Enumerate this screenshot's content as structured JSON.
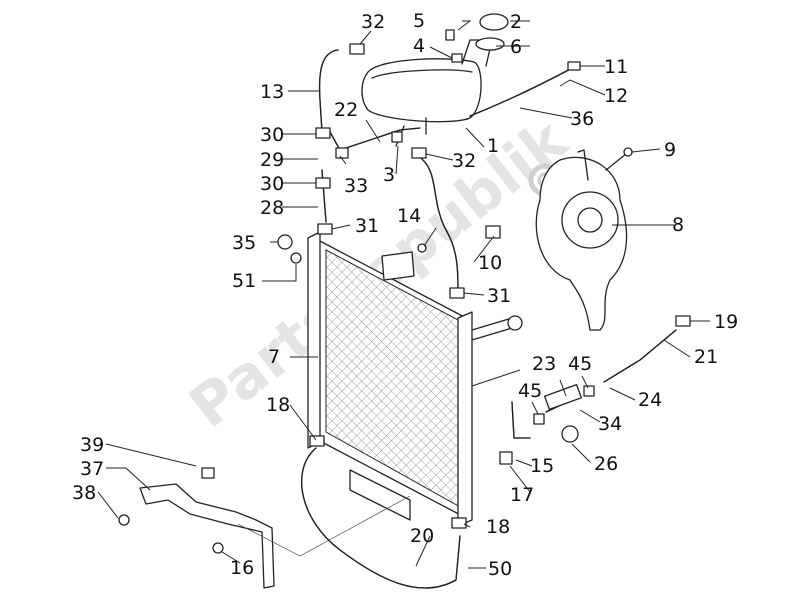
{
  "watermark": {
    "text": "PartsRepublik"
  },
  "callouts": {
    "n1": "1",
    "n2": "2",
    "n3": "3",
    "n4": "4",
    "n5": "5",
    "n6": "6",
    "n7": "7",
    "n8": "8",
    "n9": "9",
    "n10": "10",
    "n11": "11",
    "n12": "12",
    "n13": "13",
    "n14": "14",
    "n15": "15",
    "n16": "16",
    "n17": "17",
    "n18a": "18",
    "n18b": "18",
    "n19": "19",
    "n20": "20",
    "n21": "21",
    "n22": "22",
    "n23": "23",
    "n24": "24",
    "n26": "26",
    "n28": "28",
    "n29": "29",
    "n30a": "30",
    "n30b": "30",
    "n31a": "31",
    "n31b": "31",
    "n32a": "32",
    "n32b": "32",
    "n33": "33",
    "n34": "34",
    "n35": "35",
    "n36": "36",
    "n37": "37",
    "n38": "38",
    "n39": "39",
    "n45a": "45",
    "n45b": "45",
    "n50": "50",
    "n51": "51"
  }
}
